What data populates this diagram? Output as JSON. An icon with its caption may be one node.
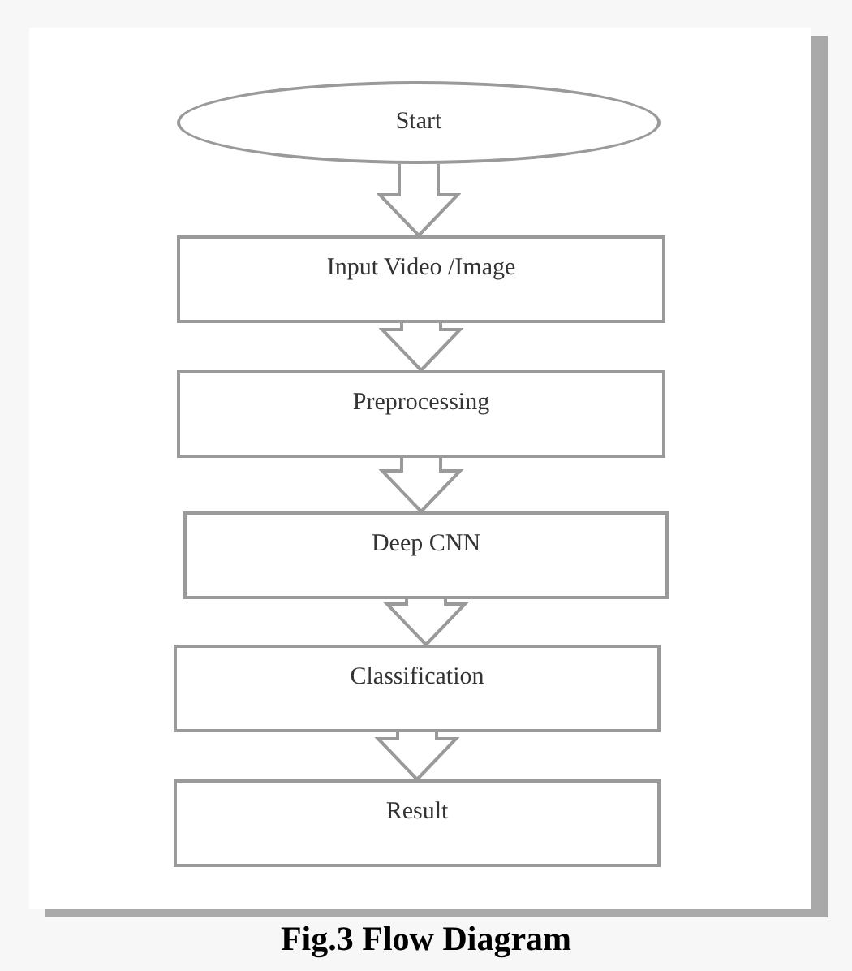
{
  "diagram": {
    "caption": "Fig.3 Flow Diagram",
    "nodes": [
      {
        "text": [
          "Start"
        ]
      },
      {
        "text": [
          "Input Video /Image"
        ]
      },
      {
        "text": [
          "Preprocessing"
        ]
      },
      {
        "text": [
          "Deep CNN"
        ]
      },
      {
        "text": [
          "Classification"
        ]
      },
      {
        "text": [
          "Result"
        ]
      }
    ],
    "edges": [
      {
        "from": 0,
        "to": 1,
        "arrow": "to"
      },
      {
        "from": 1,
        "to": 2,
        "arrow": "to"
      },
      {
        "from": 2,
        "to": 3,
        "arrow": "to"
      },
      {
        "from": 3,
        "to": 4,
        "arrow": "to"
      },
      {
        "from": 4,
        "to": 5,
        "arrow": "to"
      }
    ]
  }
}
